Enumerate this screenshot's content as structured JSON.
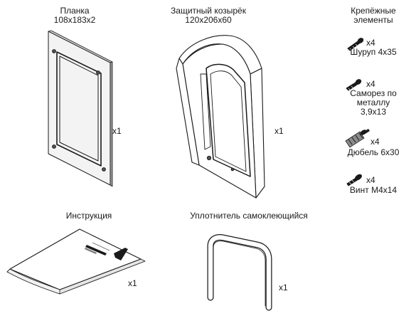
{
  "components": {
    "plate": {
      "name": "Планка",
      "size": "108x183x2",
      "qty": "x1"
    },
    "canopy": {
      "name": "Защитный козырёк",
      "size": "120x206x60",
      "qty": "x1"
    },
    "instruction": {
      "name": "Инструкция",
      "qty": "x1"
    },
    "seal": {
      "name": "Уплотнитель самоклеющийся",
      "qty": "x1"
    }
  },
  "fasteners": {
    "title_line1": "Крепёжные",
    "title_line2": "элементы",
    "items": [
      {
        "qty": "x4",
        "name_line1": "Шуруп 4x35",
        "name_line2": "",
        "name_line3": "",
        "icon": "screw-icon"
      },
      {
        "qty": "x4",
        "name_line1": "Саморез по",
        "name_line2": "металлу",
        "name_line3": "3,9x13",
        "icon": "self-tapping-screw-icon"
      },
      {
        "qty": "x4",
        "name_line1": "Дюбель 6x30",
        "name_line2": "",
        "name_line3": "",
        "icon": "dowel-icon"
      },
      {
        "qty": "x4",
        "name_line1": "Винт М4x14",
        "name_line2": "",
        "name_line3": "",
        "icon": "bolt-icon"
      }
    ]
  }
}
